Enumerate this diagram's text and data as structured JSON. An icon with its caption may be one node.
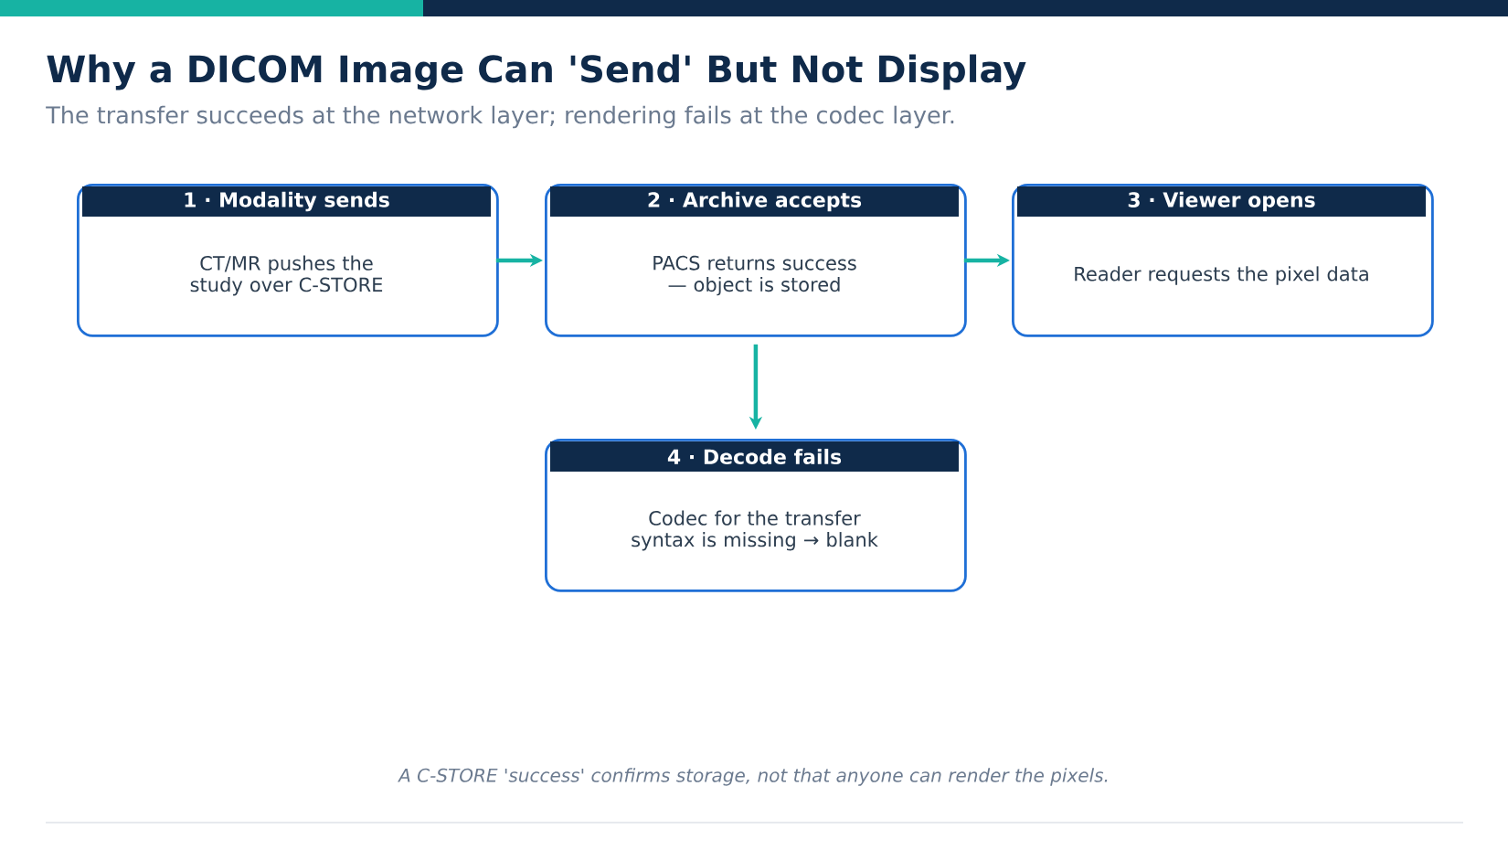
{
  "diagram": {
    "title": "Why a DICOM Image Can 'Send' But Not Display",
    "caption": "A C-STORE 'success' confirms storage, not that anyone can render the pixels.",
    "labels": [
      "The transfer succeeds at the network layer; rendering fails at the codec layer."
    ],
    "nodes": [
      {
        "text": [
          "1 · Modality sends",
          "CT/MR pushes the study over C-STORE"
        ]
      },
      {
        "text": [
          "2 · Archive accepts",
          "PACS returns success — object is stored"
        ]
      },
      {
        "text": [
          "3 · Viewer opens",
          "Reader requests the pixel data"
        ]
      },
      {
        "text": [
          "4 · Decode fails",
          "Codec for the transfer syntax is missing → blank"
        ]
      }
    ],
    "edges": [
      {
        "from": 0,
        "to": 1,
        "arrow": "to"
      },
      {
        "from": 1,
        "to": 2,
        "arrow": "to"
      },
      {
        "from": 1,
        "to": 3,
        "arrow": "to"
      }
    ]
  }
}
